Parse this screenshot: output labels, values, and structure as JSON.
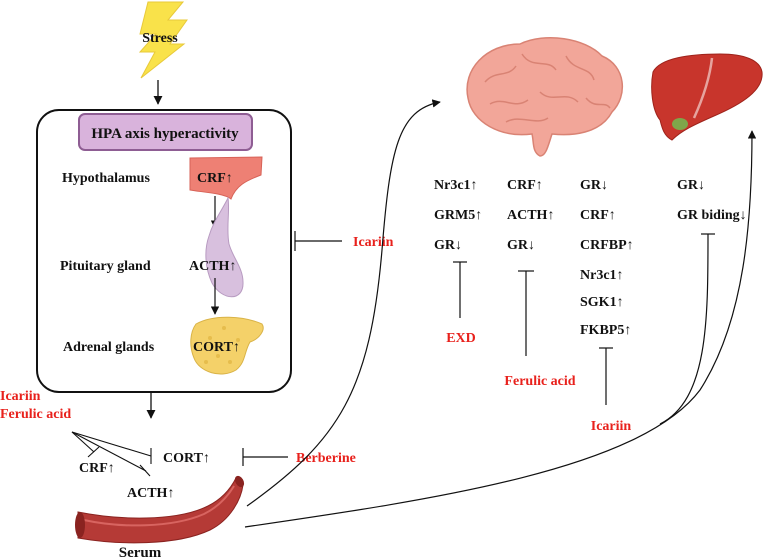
{
  "colors": {
    "black": "#111111",
    "red": "#e8211c",
    "bolt": "#f9e24a",
    "hpa_fill": "#d9b3dc",
    "hpa_border": "#8e5d93",
    "hypothalamus": "#ee8074",
    "pituitary": "#d8c0de",
    "adrenal": "#f4d169",
    "brain": "#f2a699",
    "liver": "#c8352c",
    "vessel": "#b53a36"
  },
  "icons": {
    "stress": "lightning-bolt-icon",
    "hypothalamus": "hypothalamus-icon",
    "pituitary": "pituitary-gland-icon",
    "adrenal": "adrenal-gland-icon",
    "brain": "brain-icon",
    "liver": "liver-icon",
    "serum": "blood-vessel-icon"
  },
  "stress": "Stress",
  "hpa": {
    "title": "HPA axis hyperactivity",
    "hypothalamus": "Hypothalamus",
    "crf": "CRF↑",
    "pituitary": "Pituitary gland",
    "acth": "ACTH↑",
    "adrenal": "Adrenal glands",
    "cort": "CORT↑"
  },
  "icariin_hpa": "Icariin",
  "serum": {
    "drugs": [
      "Icariin",
      "Ferulic acid"
    ],
    "cort": "CORT↑",
    "crf": "CRF↑",
    "acth": "ACTH↑",
    "berberine": "Berberine",
    "label": "Serum"
  },
  "brain": {
    "col1": [
      "Nr3c1↑",
      "GRM5↑",
      "GR↓"
    ],
    "col2": [
      "CRF↑",
      "ACTH↑",
      "GR↓"
    ],
    "col3": [
      "GR↓",
      "CRF↑",
      "CRFBP↑",
      "Nr3c1↑",
      "SGK1↑",
      "FKBP5↑"
    ],
    "drug1": "EXD",
    "drug2": "Ferulic acid",
    "drug3": "Icariin"
  },
  "liver": {
    "items": [
      "GR↓",
      "GR biding↓"
    ]
  }
}
